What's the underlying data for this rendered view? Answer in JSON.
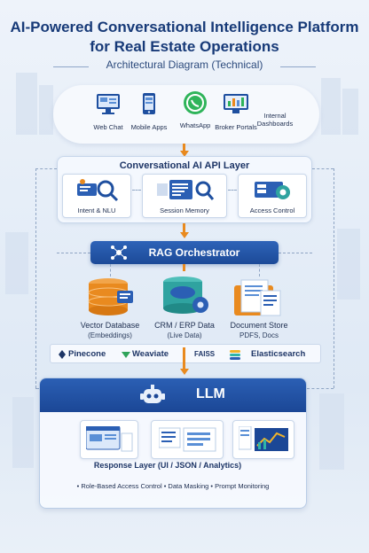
{
  "header": {
    "title_line1": "AI-Powered Conversational Intelligence Platform",
    "title_line2": "for Real Estate Operations",
    "subtitle": "Architectural Diagram (Technical)"
  },
  "channels": [
    {
      "label": "Web Chat",
      "icon": "monitor-icon"
    },
    {
      "label": "Mobile Apps",
      "icon": "mobile-icon"
    },
    {
      "label": "WhatsApp",
      "icon": "whatsapp-icon"
    },
    {
      "label": "Broker Portals",
      "icon": "portal-icon"
    },
    {
      "label": "Internal Dashboards",
      "icon": "dashboard-icon"
    }
  ],
  "api_layer": {
    "title": "Conversational AI API Layer",
    "cards": [
      {
        "label": "Intent & NLU",
        "icon": "intent-search-icon"
      },
      {
        "label": "Session Memory",
        "icon": "memory-doc-icon"
      },
      {
        "label": "Access Control",
        "icon": "shield-key-icon"
      }
    ]
  },
  "rag": {
    "label": "RAG Orchestrator",
    "icon": "network-hub-icon"
  },
  "stores": [
    {
      "name": "Vector Database",
      "detail": "(Embeddings)",
      "icon": "database-icon"
    },
    {
      "name": "CRM / ERP Data",
      "detail": "(Live Data)",
      "icon": "database-gear-icon"
    },
    {
      "name": "Document Store",
      "detail": "PDFS, Docs",
      "icon": "documents-icon"
    }
  ],
  "vendors": [
    "Pinecone",
    "Weaviate",
    "FAISS",
    "Elasticsearch"
  ],
  "llm": {
    "label": "LLM",
    "icon": "robot-icon"
  },
  "response": {
    "title": "Response Layer (UI / JSON / Analytics)",
    "footer": "• Role-Based Access Control  • Data Masking  • Prompt Monitoring"
  },
  "colors": {
    "accent_blue": "#1c4a98",
    "arrow_orange": "#e98a1f",
    "title_blue": "#173a78"
  }
}
